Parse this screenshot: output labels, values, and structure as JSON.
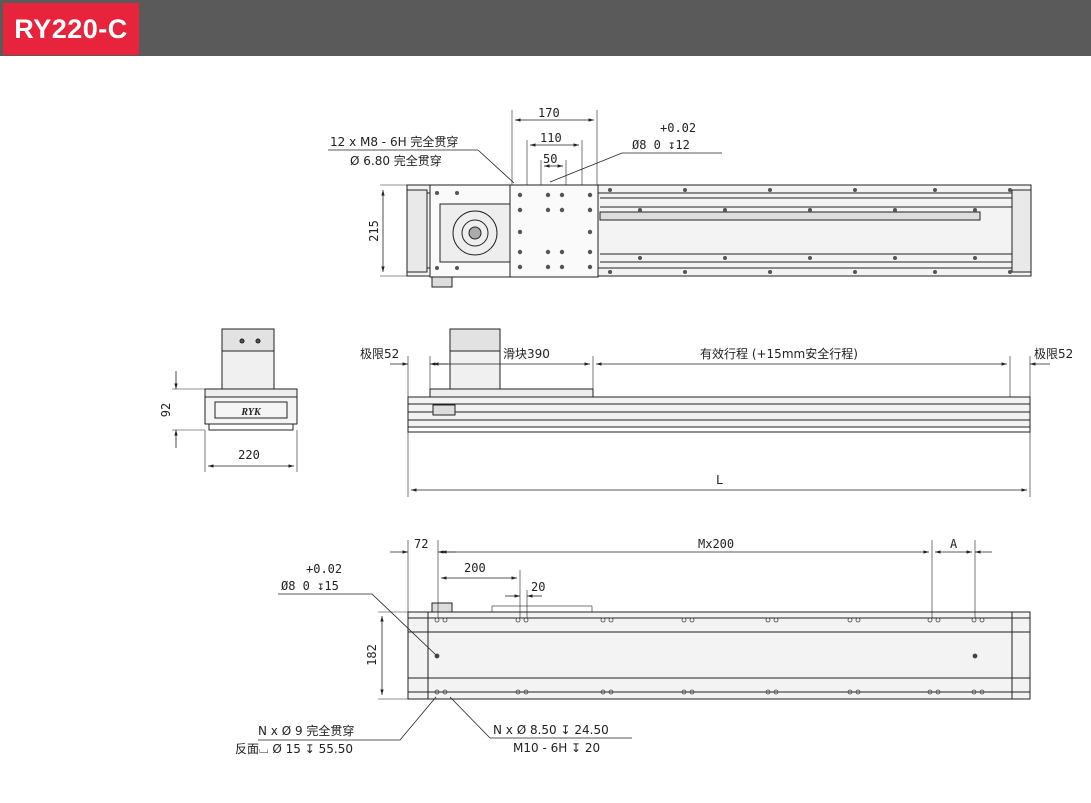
{
  "title": "RY220-C",
  "colors": {
    "header_bg": "#5a5a5a",
    "badge_bg": "#e8243c",
    "line": "#222222",
    "rail_fill": "#f3f3f3"
  },
  "top_view": {
    "dim_170": "170",
    "dim_110": "110",
    "dim_50": "50",
    "dim_215": "215",
    "tol_plus": "+0.02",
    "tol_hole": "Ø8   0   ↧12",
    "note_thread": "12 x  M8 - 6H 完全贯穿",
    "note_hole": "Ø 6.80 完全贯穿"
  },
  "end_view": {
    "dim_92": "92",
    "dim_220": "220",
    "logo": "RYK"
  },
  "side_view": {
    "limit_left": "极限52",
    "slider": "滑块390",
    "stroke": "有效行程 (+15mm安全行程)",
    "limit_right": "极限52",
    "length": "L"
  },
  "bottom_view": {
    "dim_72": "72",
    "dim_mx200": "Mx200",
    "dim_a": "A",
    "dim_200": "200",
    "dim_20": "20",
    "dim_182": "182",
    "tol_plus": "+0.02",
    "tol_hole": "Ø8   0   ↧15",
    "note_n9": "N x  Ø 9 完全贯穿",
    "note_back": "反面⌴  Ø 15 ↧ 55.50",
    "note_n850": "N x  Ø 8.50 ↧ 24.50",
    "note_m10": "M10 - 6H ↧ 20"
  }
}
